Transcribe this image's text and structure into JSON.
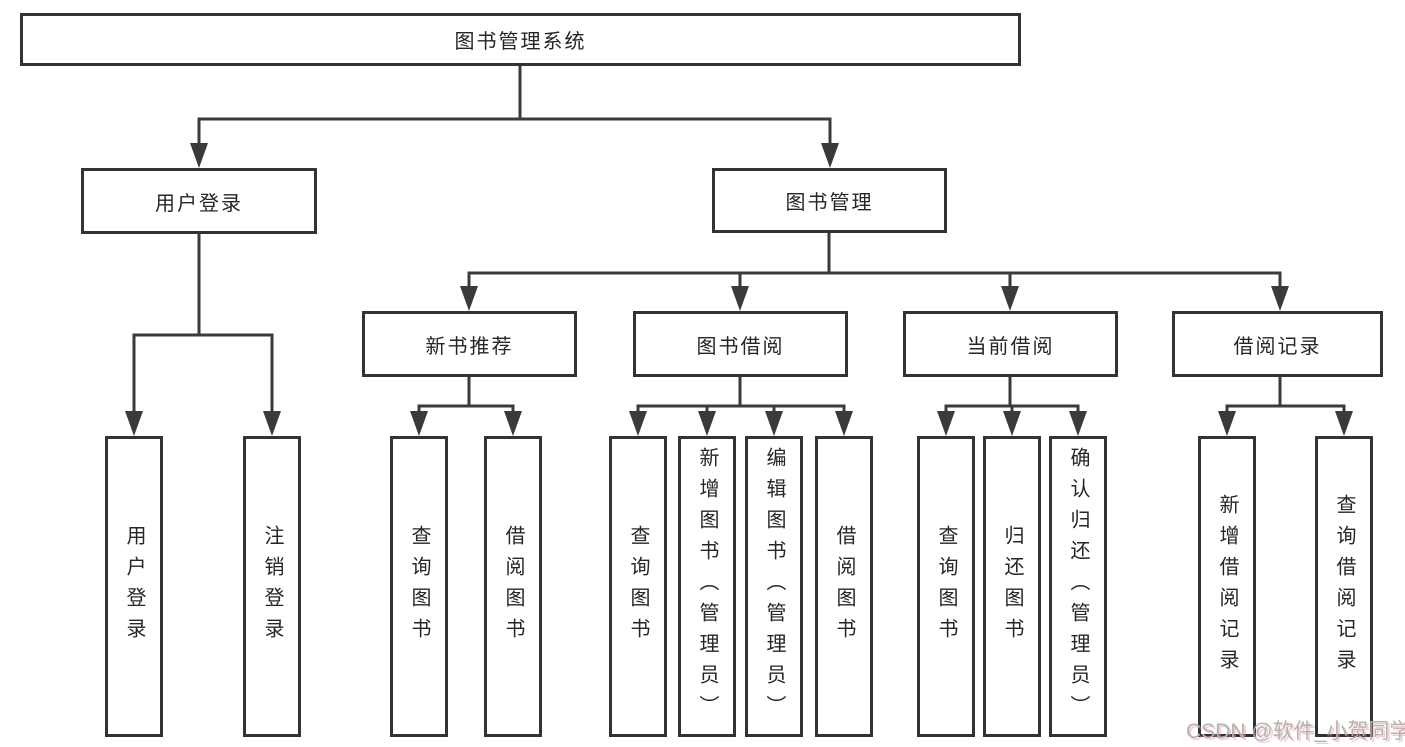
{
  "diagram": {
    "title": "图书管理系统",
    "watermark": "CSDN @软件_小贺同学",
    "colors": {
      "background": "#ffffff",
      "box_border": "#333333",
      "connector_line": "#3a3a3a",
      "text": "#262626",
      "watermark_text": "#b3b3b3",
      "watermark_shadow": "#ee8b8b"
    }
  },
  "nodes": {
    "root": {
      "label": "图书管理系统"
    },
    "level2": [
      {
        "label": "用户登录"
      },
      {
        "label": "图书管理"
      }
    ],
    "level3": [
      {
        "label": "新书推荐"
      },
      {
        "label": "图书借阅"
      },
      {
        "label": "当前借阅"
      },
      {
        "label": "借阅记录"
      }
    ],
    "leaves": {
      "user": [
        {
          "label": "用户登录"
        },
        {
          "label": "注销登录"
        }
      ],
      "recommend": [
        {
          "label": "查询图书"
        },
        {
          "label": "借阅图书"
        }
      ],
      "borrow": [
        {
          "label": "查询图书"
        },
        {
          "label": "新增图书（管理员）"
        },
        {
          "label": "编辑图书（管理员）"
        },
        {
          "label": "借阅图书"
        }
      ],
      "current": [
        {
          "label": "查询图书"
        },
        {
          "label": "归还图书"
        },
        {
          "label": "确认归还（管理员）"
        }
      ],
      "records": [
        {
          "label": "新增借阅记录"
        },
        {
          "label": "查询借阅记录"
        }
      ]
    }
  }
}
